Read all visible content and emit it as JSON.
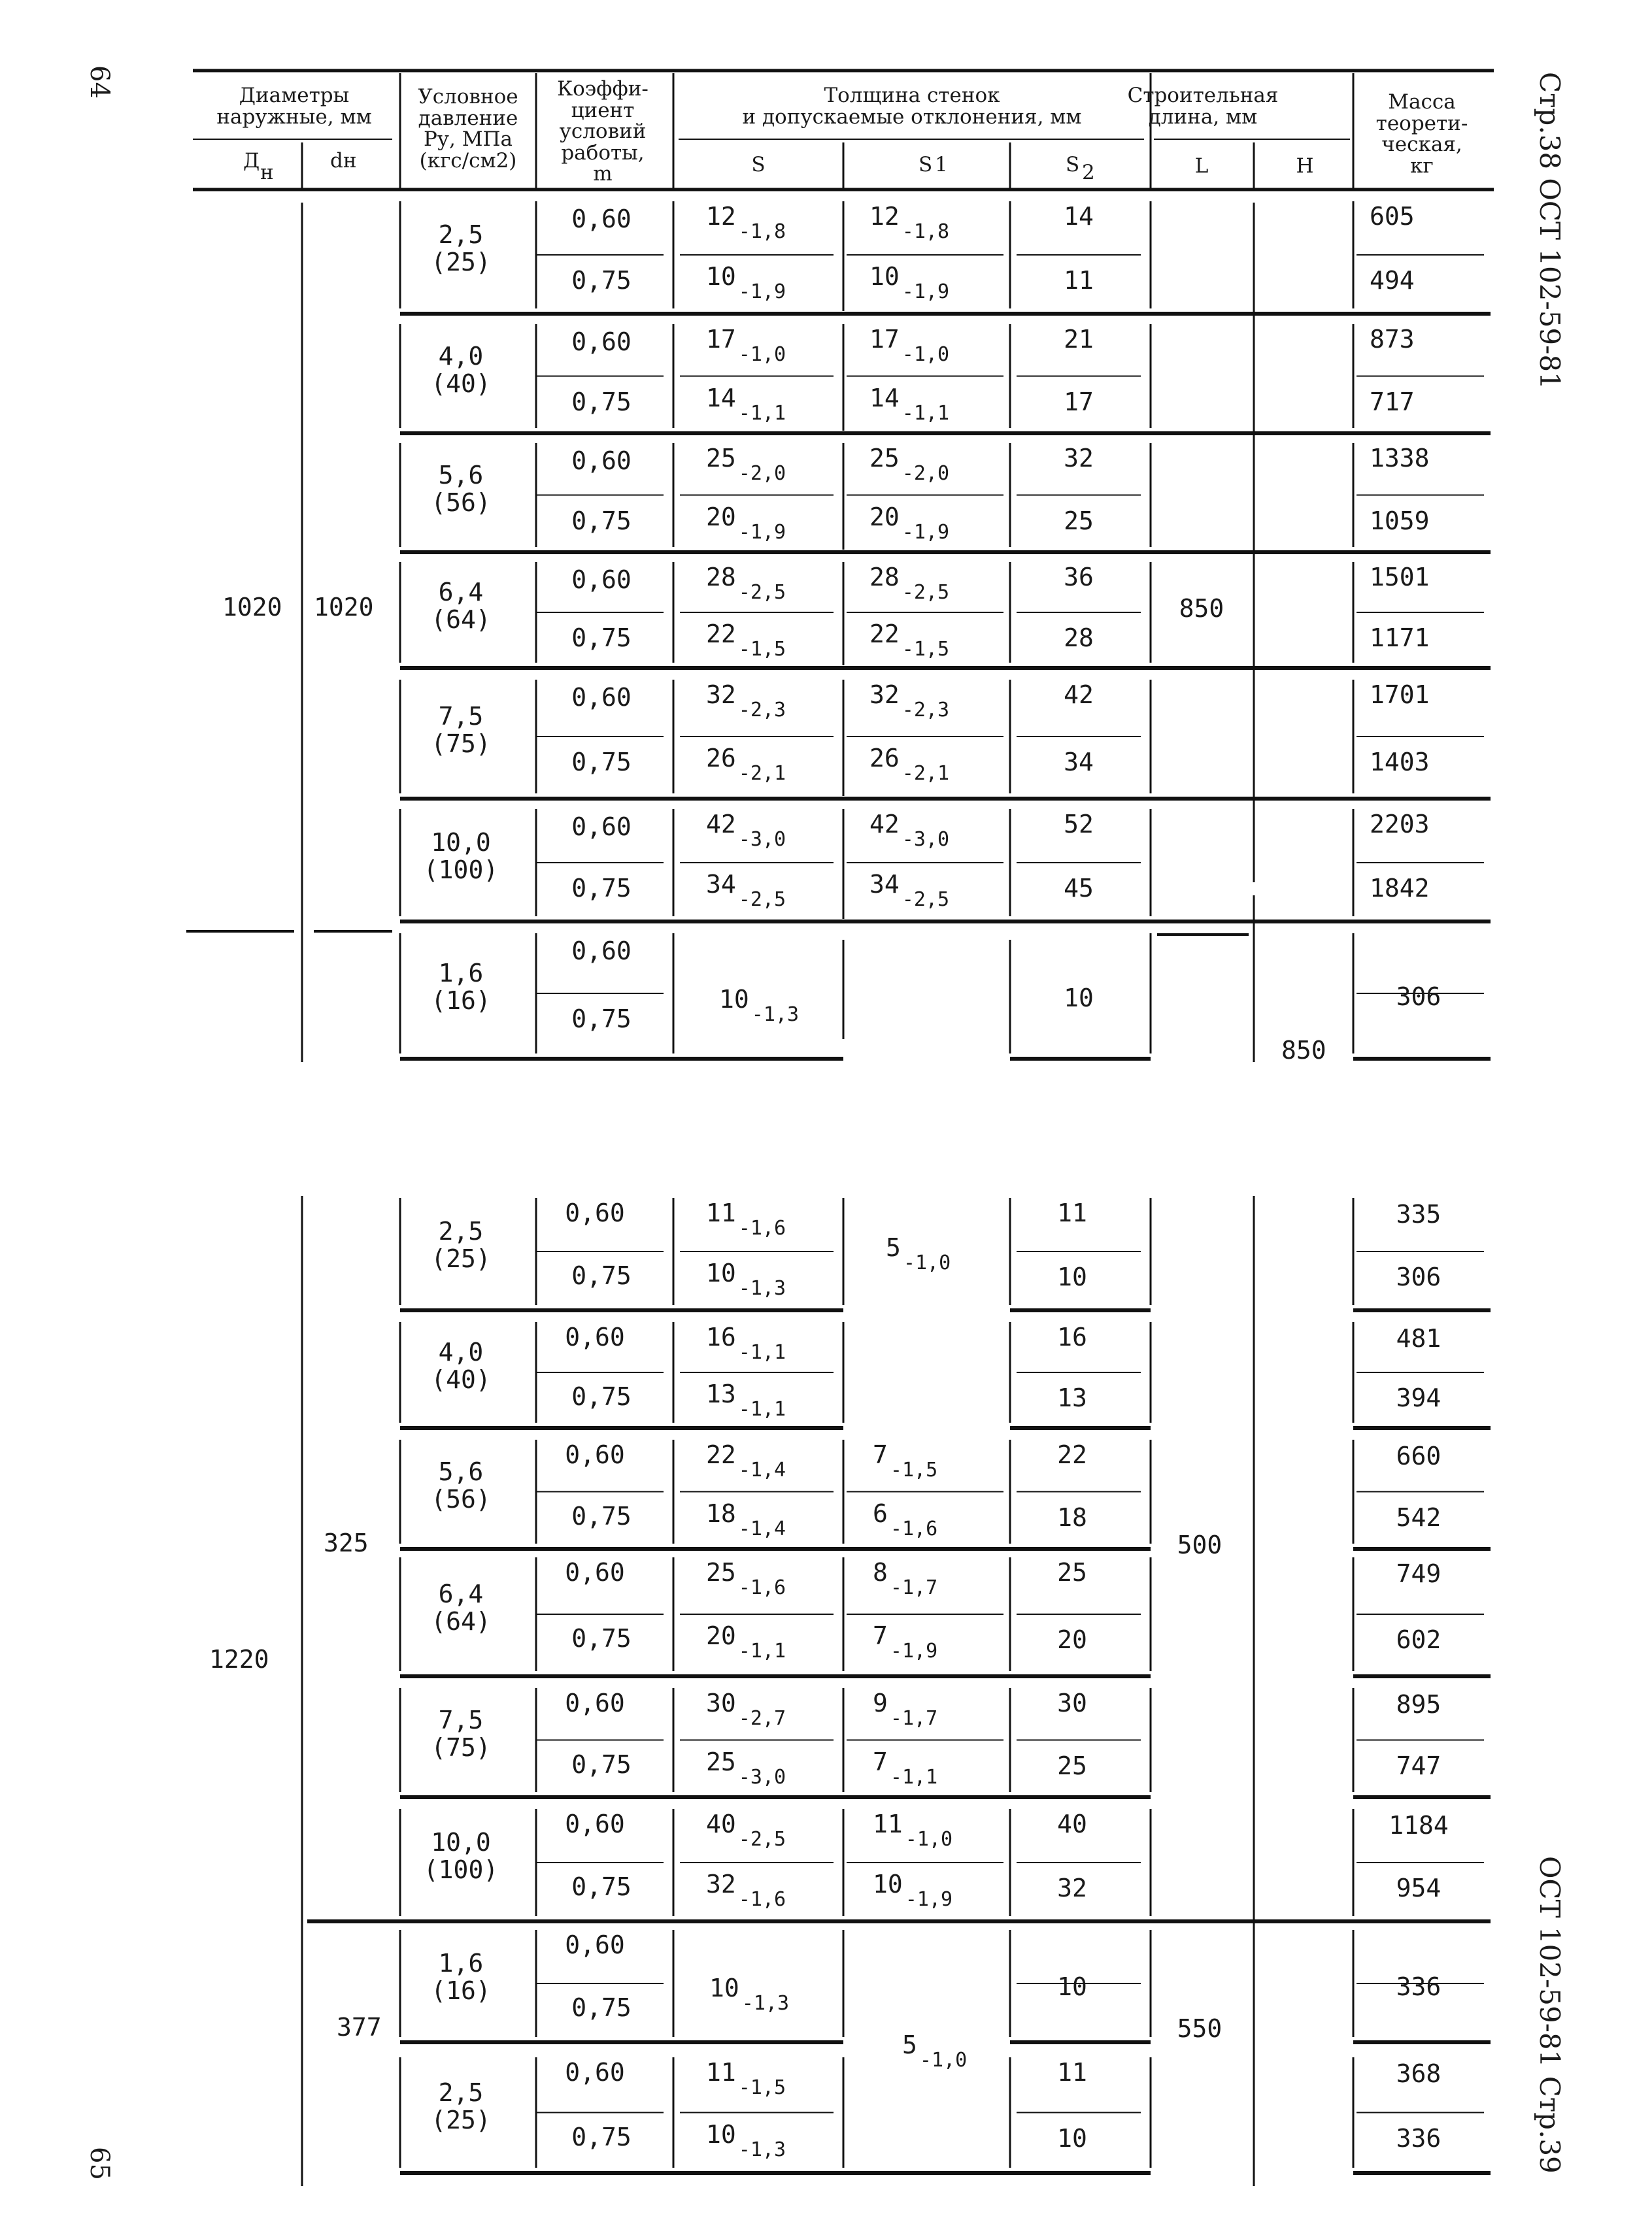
{
  "page_numbers": {
    "left": "64",
    "right": "65"
  },
  "side_labels": {
    "top": "Стр.38 ОСТ 102-59-81",
    "bottom": "ОСТ 102-59-81 Стр.39"
  },
  "header": {
    "diam": "Диаметры\nнаружные, мм",
    "dn": "Дн",
    "dn_sub": "н",
    "dh": "dн",
    "pressure": "Условное\nдавление\nPу, МПа\n(кгс/см2)",
    "coef": "Коэффи-\nциент\nусловий\nработы,\nm",
    "wall": "Толщина стенок\nи допускаемые отклонения, мм",
    "s": "S",
    "s1": "S1",
    "s2": "S2",
    "length": "Строительная\nдлина, мм",
    "L": "L",
    "H": "H",
    "mass": "Масса\nтеорети-\nческая,\nкг"
  },
  "block1": {
    "Dn": "1020",
    "dn": "1020",
    "L": "850",
    "H": "850",
    "groups": [
      {
        "p": "2,5",
        "kgf": "(25)",
        "rows": [
          {
            "m": "0,60",
            "s": "12",
            "s_dev": "-1,8",
            "s1": "12",
            "s1_dev": "-1,8",
            "s2": "14",
            "mass": "605"
          },
          {
            "m": "0,75",
            "s": "10",
            "s_dev": "-1,9",
            "s1": "10",
            "s1_dev": "-1,9",
            "s2": "11",
            "mass": "494"
          }
        ]
      },
      {
        "p": "4,0",
        "kgf": "(40)",
        "rows": [
          {
            "m": "0,60",
            "s": "17",
            "s_dev": "-1,0",
            "s1": "17",
            "s1_dev": "-1,0",
            "s2": "21",
            "mass": "873"
          },
          {
            "m": "0,75",
            "s": "14",
            "s_dev": "-1,1",
            "s1": "14",
            "s1_dev": "-1,1",
            "s2": "17",
            "mass": "717"
          }
        ]
      },
      {
        "p": "5,6",
        "kgf": "(56)",
        "rows": [
          {
            "m": "0,60",
            "s": "25",
            "s_dev": "-2,0",
            "s1": "25",
            "s1_dev": "-2,0",
            "s2": "32",
            "mass": "1338"
          },
          {
            "m": "0,75",
            "s": "20",
            "s_dev": "-1,9",
            "s1": "20",
            "s1_dev": "-1,9",
            "s2": "25",
            "mass": "1059"
          }
        ]
      },
      {
        "p": "6,4",
        "kgf": "(64)",
        "rows": [
          {
            "m": "0,60",
            "s": "28",
            "s_dev": "-2,5",
            "s1": "28",
            "s1_dev": "-2,5",
            "s2": "36",
            "mass": "1501"
          },
          {
            "m": "0,75",
            "s": "22",
            "s_dev": "-1,5",
            "s1": "22",
            "s1_dev": "-1,5",
            "s2": "28",
            "mass": "1171"
          }
        ]
      },
      {
        "p": "7,5",
        "kgf": "(75)",
        "rows": [
          {
            "m": "0,60",
            "s": "32",
            "s_dev": "-2,3",
            "s1": "32",
            "s1_dev": "-2,3",
            "s2": "42",
            "mass": "1701"
          },
          {
            "m": "0,75",
            "s": "26",
            "s_dev": "-2,1",
            "s1": "26",
            "s1_dev": "-2,1",
            "s2": "34",
            "mass": "1403"
          }
        ]
      },
      {
        "p": "10,0",
        "kgf": "(100)",
        "rows": [
          {
            "m": "0,60",
            "s": "42",
            "s_dev": "-3,0",
            "s1": "42",
            "s1_dev": "-3,0",
            "s2": "52",
            "mass": "2203"
          },
          {
            "m": "0,75",
            "s": "34",
            "s_dev": "-2,5",
            "s1": "34",
            "s1_dev": "-2,5",
            "s2": "45",
            "mass": "1842"
          }
        ]
      },
      {
        "p": "1,6",
        "kgf": "(16)",
        "rows": [
          {
            "m": "0,60",
            "s": "10",
            "s_dev": "-1,3",
            "s2": "10",
            "mass": "306"
          },
          {
            "m": "0,75"
          }
        ]
      }
    ]
  },
  "block2": {
    "Dn": "1220",
    "dn_a": "325",
    "dn_b": "377",
    "L_a": "500",
    "L_b": "550",
    "s1_shared_a": "5",
    "s1_shared_a_dev": "-1,0",
    "s1_shared_b": "5",
    "s1_shared_b_dev": "-1,0",
    "groups": [
      {
        "p": "2,5",
        "kgf": "(25)",
        "rows": [
          {
            "m": "0,60",
            "s": "11",
            "s_dev": "-1,6",
            "s2": "11",
            "mass": "335"
          },
          {
            "m": "0,75",
            "s": "10",
            "s_dev": "-1,3",
            "s2": "10",
            "mass": "306"
          }
        ]
      },
      {
        "p": "4,0",
        "kgf": "(40)",
        "rows": [
          {
            "m": "0,60",
            "s": "16",
            "s_dev": "-1,1",
            "s2": "16",
            "mass": "481"
          },
          {
            "m": "0,75",
            "s": "13",
            "s_dev": "-1,1",
            "s2": "13",
            "mass": "394"
          }
        ]
      },
      {
        "p": "5,6",
        "kgf": "(56)",
        "rows": [
          {
            "m": "0,60",
            "s": "22",
            "s_dev": "-1,4",
            "s1": "7",
            "s1_dev": "-1,5",
            "s2": "22",
            "mass": "660"
          },
          {
            "m": "0,75",
            "s": "18",
            "s_dev": "-1,4",
            "s1": "6",
            "s1_dev": "-1,6",
            "s2": "18",
            "mass": "542"
          }
        ]
      },
      {
        "p": "6,4",
        "kgf": "(64)",
        "rows": [
          {
            "m": "0,60",
            "s": "25",
            "s_dev": "-1,6",
            "s1": "8",
            "s1_dev": "-1,7",
            "s2": "25",
            "mass": "749"
          },
          {
            "m": "0,75",
            "s": "20",
            "s_dev": "-1,1",
            "s1": "7",
            "s1_dev": "-1,9",
            "s2": "20",
            "mass": "602"
          }
        ]
      },
      {
        "p": "7,5",
        "kgf": "(75)",
        "rows": [
          {
            "m": "0,60",
            "s": "30",
            "s_dev": "-2,7",
            "s1": "9",
            "s1_dev": "-1,7",
            "s2": "30",
            "mass": "895"
          },
          {
            "m": "0,75",
            "s": "25",
            "s_dev": "-3,0",
            "s1": "7",
            "s1_dev": "-1,1",
            "s2": "25",
            "mass": "747"
          }
        ]
      },
      {
        "p": "10,0",
        "kgf": "(100)",
        "rows": [
          {
            "m": "0,60",
            "s": "40",
            "s_dev": "-2,5",
            "s1": "11",
            "s1_dev": "-1,0",
            "s2": "40",
            "mass": "1184"
          },
          {
            "m": "0,75",
            "s": "32",
            "s_dev": "-1,6",
            "s1": "10",
            "s1_dev": "-1,9",
            "s2": "32",
            "mass": "954"
          }
        ]
      },
      {
        "p": "1,6",
        "kgf": "(16)",
        "rows": [
          {
            "m": "0,60",
            "s": "10",
            "s_dev": "-1,3",
            "s2": "10",
            "mass": "336"
          },
          {
            "m": "0,75"
          }
        ]
      },
      {
        "p": "2,5",
        "kgf": "(25)",
        "rows": [
          {
            "m": "0,60",
            "s": "11",
            "s_dev": "-1,5",
            "s2": "11",
            "mass": "368"
          },
          {
            "m": "0,75",
            "s": "10",
            "s_dev": "-1,3",
            "s2": "10",
            "mass": "336"
          }
        ]
      }
    ]
  }
}
